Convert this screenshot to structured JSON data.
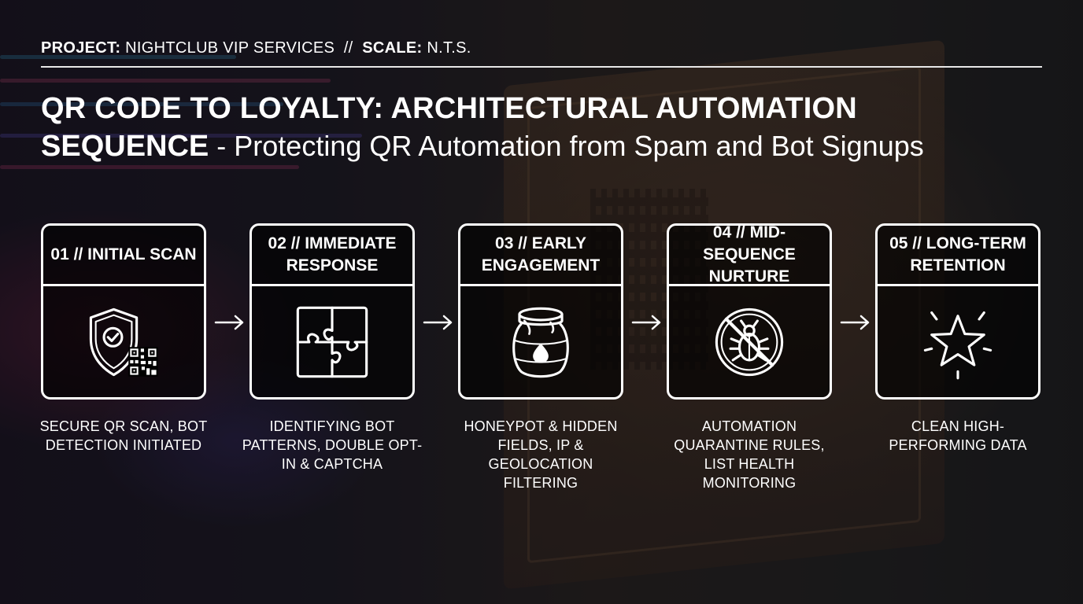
{
  "header": {
    "project_label": "PROJECT:",
    "project_value": "NIGHTCLUB VIP SERVICES",
    "separator": "//",
    "scale_label": "SCALE:",
    "scale_value": "N.T.S."
  },
  "title": {
    "line1": "QR CODE TO LOYALTY: ARCHITECTURAL AUTOMATION",
    "line2_bold": "SEQUENCE",
    "line2_rest": " - Protecting QR Automation from Spam and Bot Signups"
  },
  "steps": [
    {
      "heading": "01 // INITIAL SCAN",
      "icon": "shield-qr-icon",
      "description": "SECURE QR SCAN, BOT DETECTION INITIATED"
    },
    {
      "heading": "02 // IMMEDIATE RESPONSE",
      "icon": "puzzle-icon",
      "description": "IDENTIFYING BOT PATTERNS, DOUBLE OPT-IN & CAPTCHA"
    },
    {
      "heading": "03 // EARLY ENGAGEMENT",
      "icon": "honeypot-icon",
      "description": "HONEYPOT & HIDDEN FIELDS, IP & GEOLOCATION FILTERING"
    },
    {
      "heading": "04 // MID-SEQUENCE NURTURE",
      "icon": "no-bug-icon",
      "description": "AUTOMATION QUARANTINE RULES, LIST HEALTH MONITORING"
    },
    {
      "heading": "05 // LONG-TERM RETENTION",
      "icon": "star-icon",
      "description": "CLEAN HIGH-PERFORMING DATA"
    }
  ],
  "colors": {
    "line": "#ffffff",
    "card_fill": "#000000"
  }
}
